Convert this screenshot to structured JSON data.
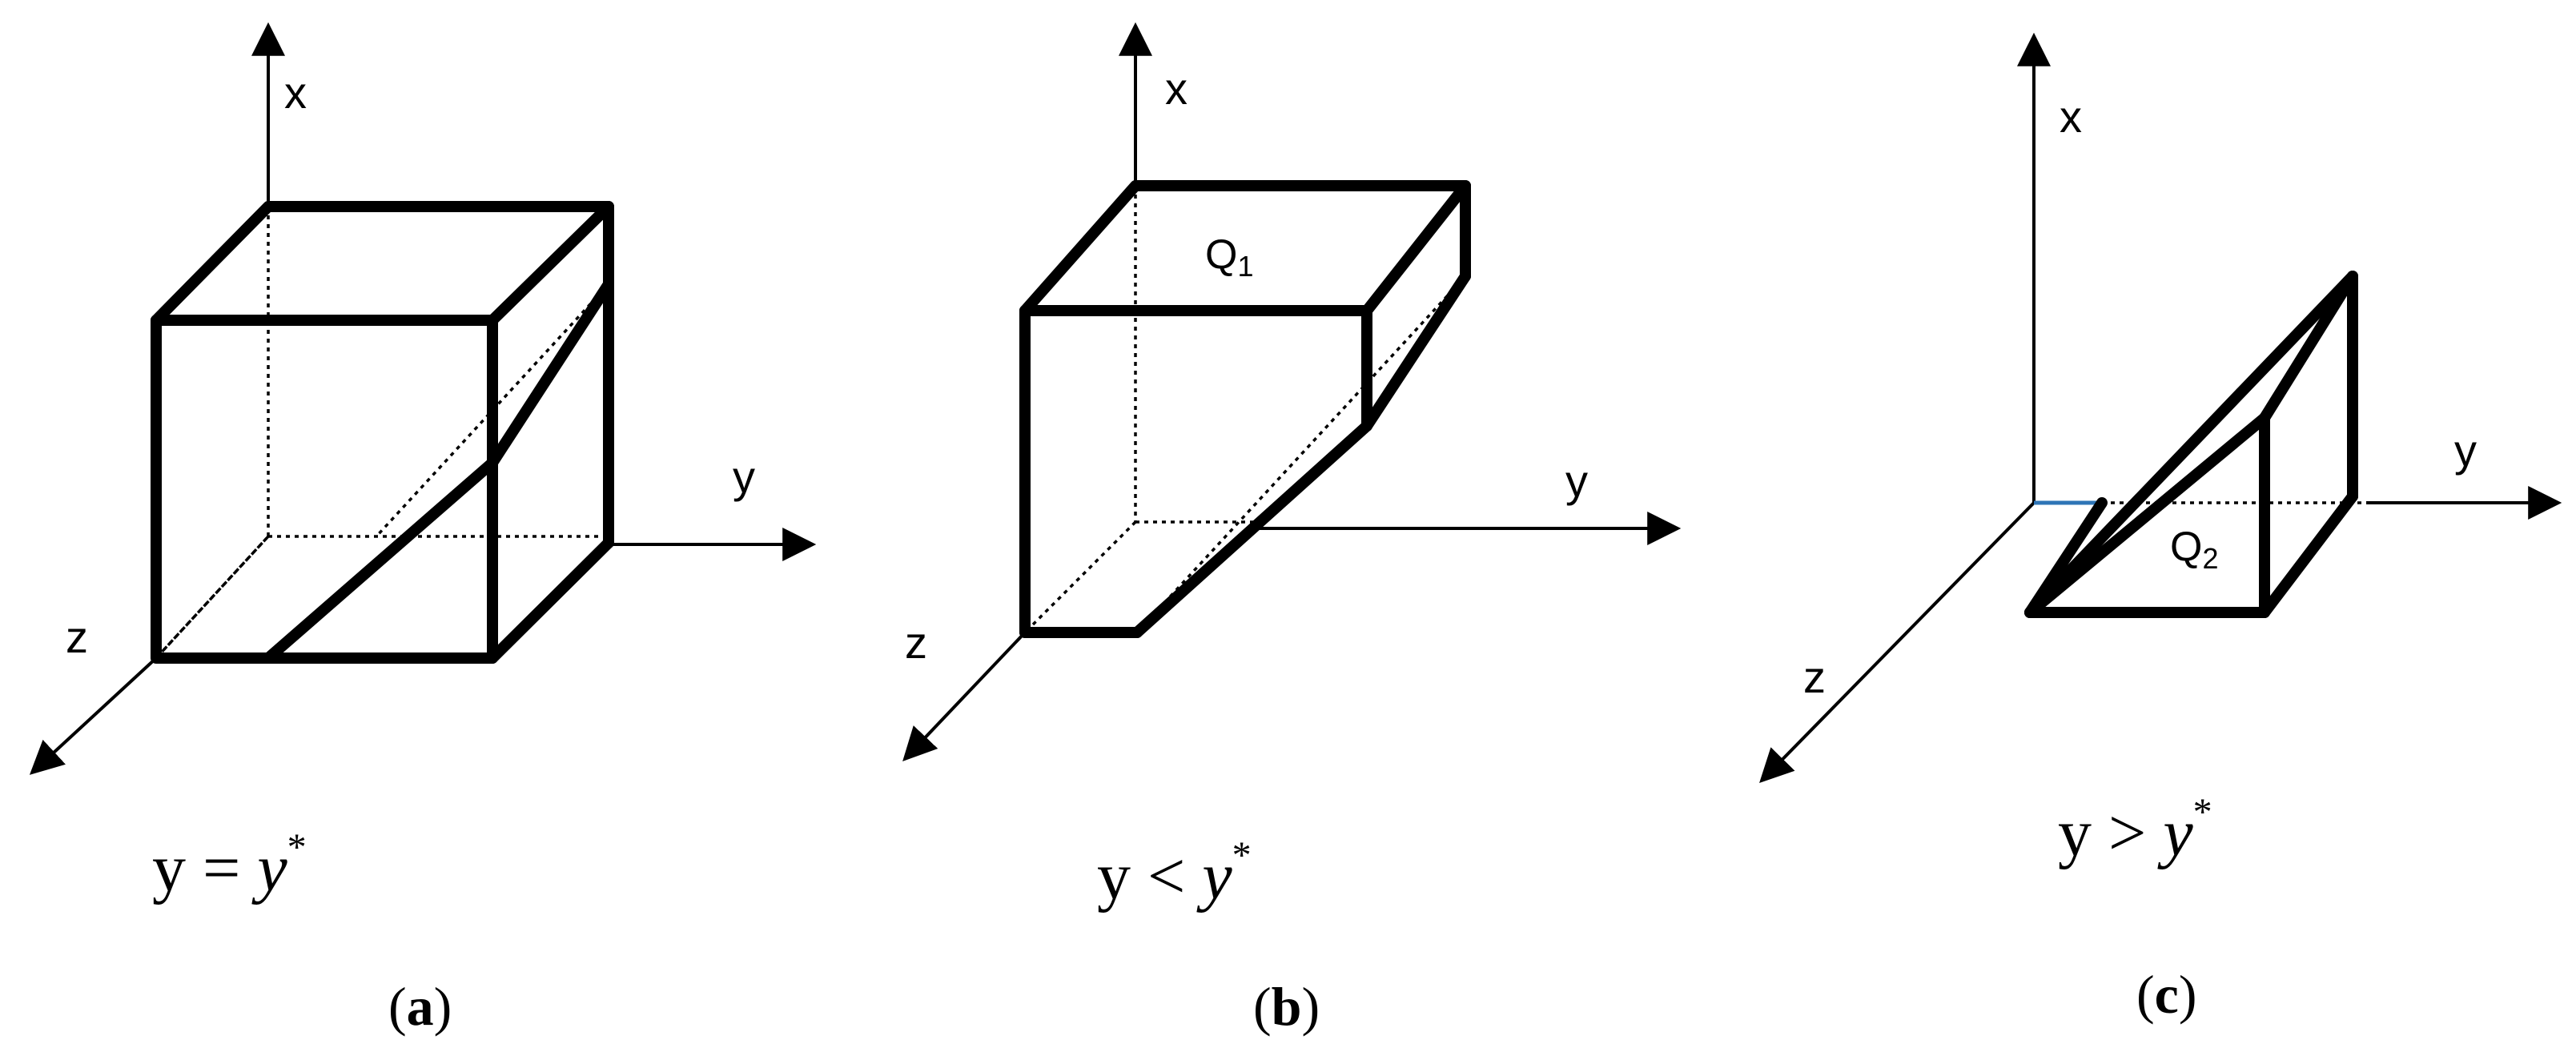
{
  "panels": [
    {
      "axis_x": "x",
      "axis_y": "y",
      "axis_z": "z",
      "condition_left": "y = ",
      "condition_var": "y",
      "condition_sup": "*",
      "caption_open": "(",
      "caption_letter": "a",
      "caption_close": ")"
    },
    {
      "axis_x": "x",
      "axis_y": "y",
      "axis_z": "z",
      "region_label": "Q",
      "region_subscript": "1",
      "condition_left": "y < ",
      "condition_var": "y",
      "condition_sup": "*",
      "caption_open": "(",
      "caption_letter": "b",
      "caption_close": ")"
    },
    {
      "axis_x": "x",
      "axis_y": "y",
      "axis_z": "z",
      "region_label": "Q",
      "region_subscript": "2",
      "condition_left": "y > ",
      "condition_var": "y",
      "condition_sup": "*",
      "caption_open": "(",
      "caption_letter": "c",
      "caption_close": ")"
    }
  ],
  "colors": {
    "line": "#000000",
    "accent_segment": "#2e75b6",
    "background": "#ffffff"
  }
}
